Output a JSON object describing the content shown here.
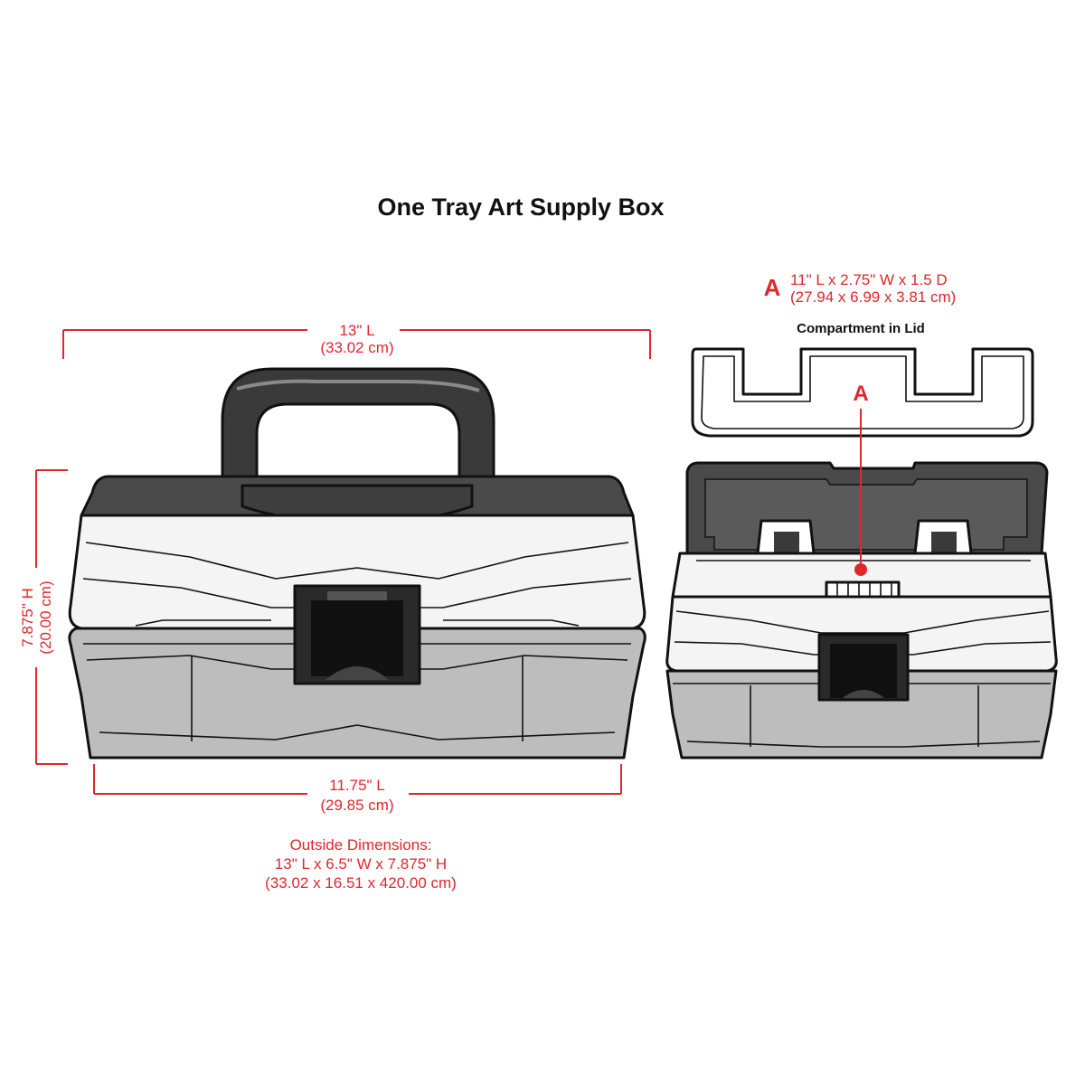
{
  "title": "One Tray Art Supply Box",
  "front_view": {
    "top_length": {
      "value": "13\" L",
      "metric": "(33.02 cm)"
    },
    "bottom_length": {
      "value": "11.75\" L",
      "metric": "(29.85 cm)"
    },
    "height": {
      "value": "7.875\" H",
      "metric": "(20.00 cm)"
    }
  },
  "outside_dimensions": {
    "label": "Outside Dimensions:",
    "imperial": "13\" L x 6.5\" W x 7.875\" H",
    "metric": "(33.02 x 16.51 x 420.00 cm)"
  },
  "compartment": {
    "marker": "A",
    "imperial": "11\" L x 2.75\" W x 1.5 D",
    "metric": "(27.94 x 6.99 x 3.81 cm)",
    "caption": "Compartment in Lid",
    "callout_marker": "A"
  },
  "colors": {
    "dimension_red": "#e0262b",
    "lid_dark": "#4a4a4a",
    "handle_dark": "#3a3a3a",
    "base_gray": "#bdbdbd",
    "body_white": "#f4f4f4",
    "outline": "#111111"
  }
}
